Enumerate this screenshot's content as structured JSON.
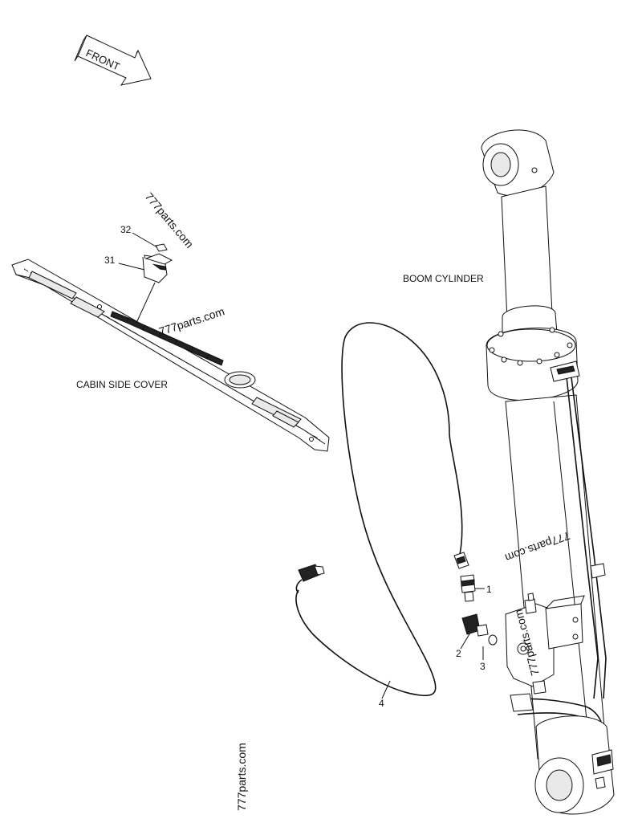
{
  "front_arrow": {
    "label": "FRONT"
  },
  "labels": {
    "boom_cylinder": "BOOM CYLINDER",
    "cabin_side_cover": "CABIN SIDE COVER"
  },
  "callouts": {
    "p1": "1",
    "p2": "2",
    "p3": "3",
    "p4": "4",
    "p31": "31",
    "p32": "32"
  },
  "watermarks": {
    "w1": "777parts.com",
    "w2": "777parts.com",
    "w3": "777parts.com",
    "w4": "777parts.com",
    "w5": "777parts.com"
  }
}
